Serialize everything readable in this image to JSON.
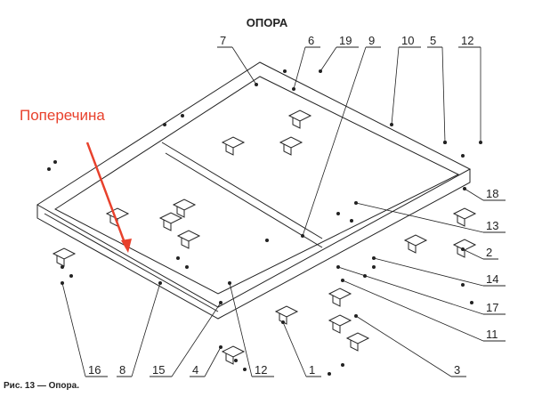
{
  "title": "ОПОРА",
  "annotation": "Поперечина",
  "caption": "Рис. 13 — Опора.",
  "callouts": [
    "7",
    "6",
    "19",
    "9",
    "10",
    "5",
    "12",
    "18",
    "13",
    "2",
    "14",
    "17",
    "11",
    "3",
    "1",
    "12",
    "4",
    "15",
    "8",
    "16"
  ],
  "colors": {
    "annotation": "#e8412c",
    "lines": "#222222"
  }
}
